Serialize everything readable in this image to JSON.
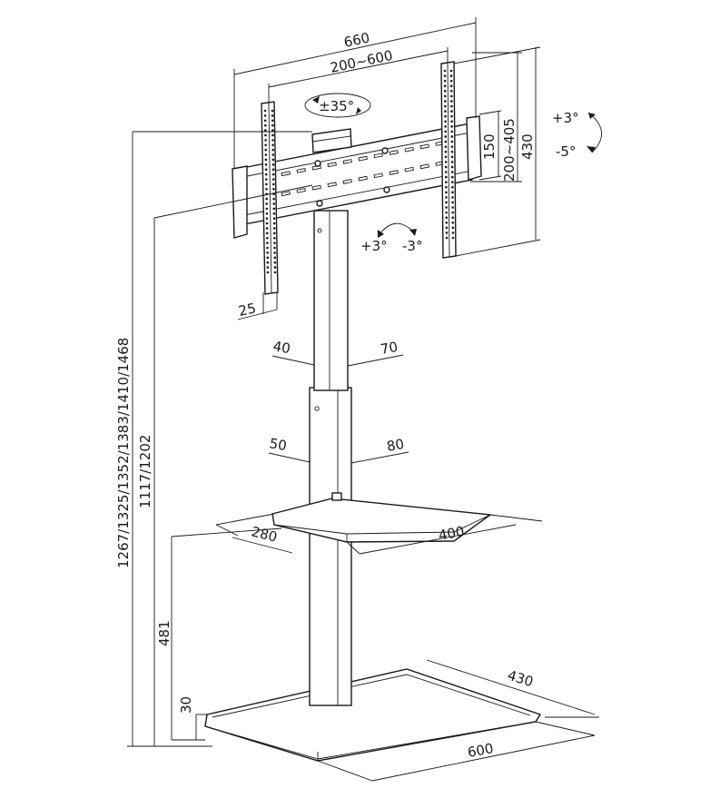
{
  "dimensions": {
    "overall_width": "660",
    "vesa_width": "200~600",
    "rotation": "±35°",
    "tilt_up": "+3°",
    "tilt_down": "-5°",
    "swivel_left": "+3°",
    "swivel_right": "-3°",
    "vesa_height_small": "150",
    "vesa_height": "200~405",
    "bracket_height": "430",
    "bracket_depth": "25",
    "total_height": "1267/1325/1352/1383/1410/1468",
    "mount_height": "1117/1202",
    "upper_column_depth": "40",
    "upper_column_width": "70",
    "lower_column_depth": "50",
    "lower_column_width": "80",
    "shelf_depth": "280",
    "shelf_width": "400",
    "shelf_height": "481",
    "base_height": "30",
    "base_depth": "430",
    "base_width": "600"
  }
}
